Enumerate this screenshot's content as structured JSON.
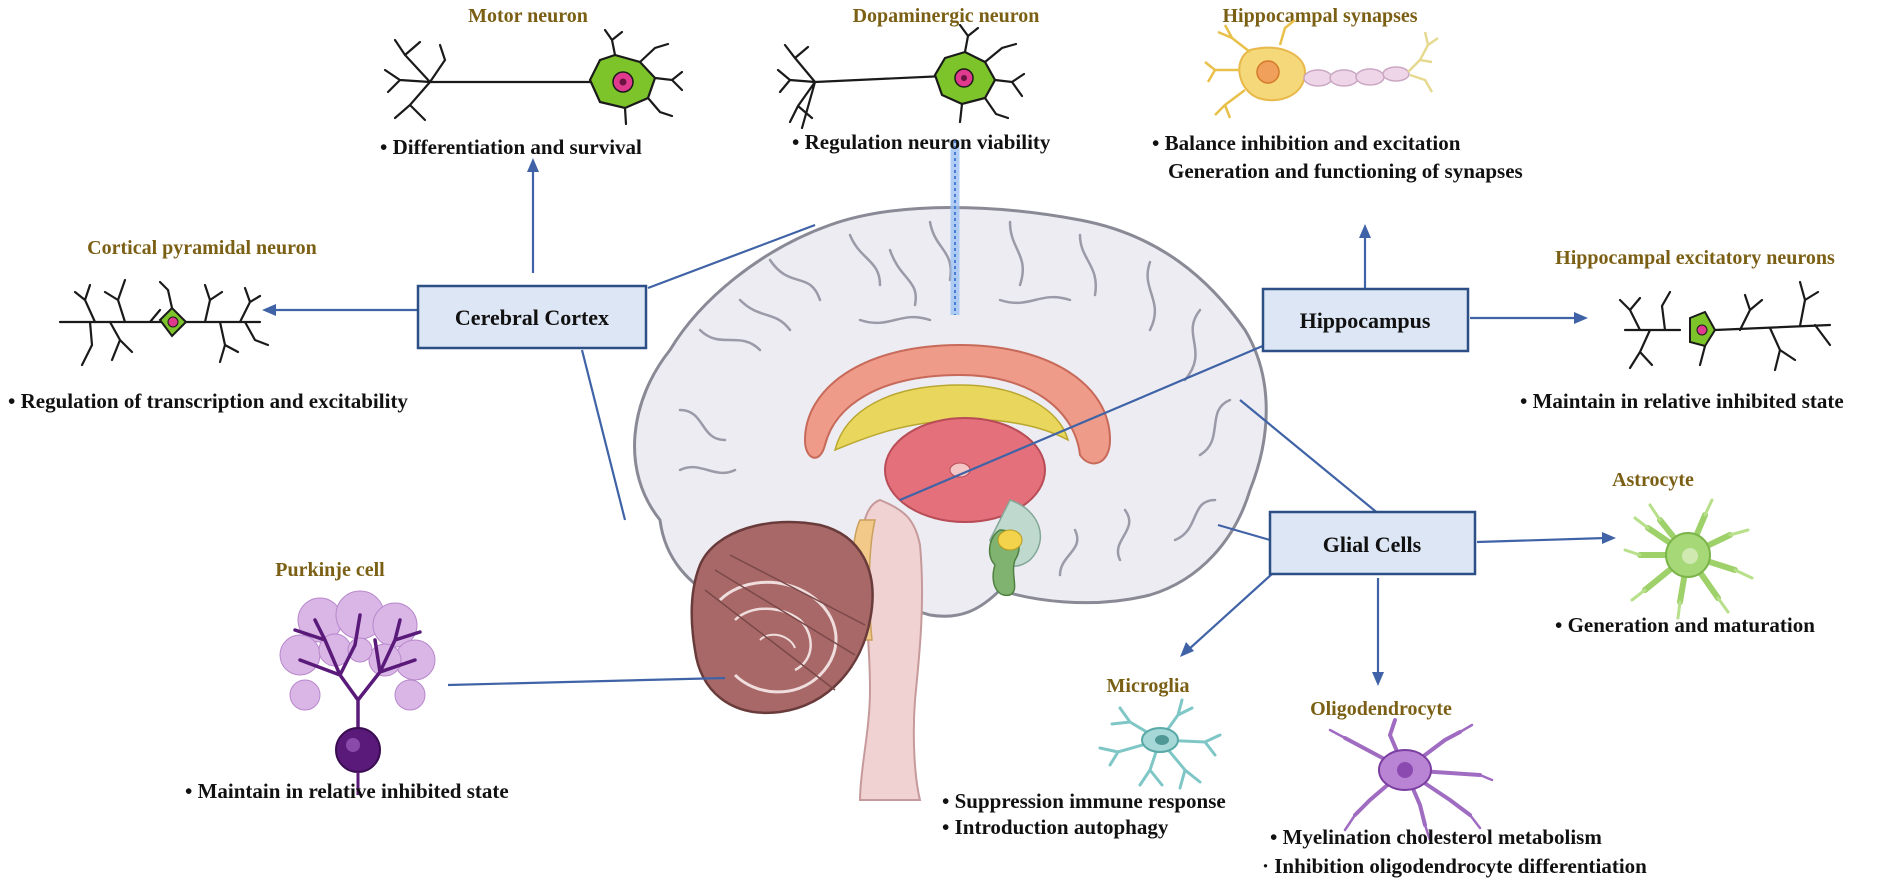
{
  "regions": {
    "cerebral_cortex": "Cerebral Cortex",
    "hippocampus": "Hippocampus",
    "glial_cells": "Glial Cells"
  },
  "cells": {
    "motor_neuron": {
      "title": "Motor neuron",
      "functions": [
        "• Differentiation and  survival"
      ]
    },
    "dopaminergic_neuron": {
      "title": "Dopaminergic neuron",
      "functions": [
        "• Regulation neuron viability"
      ]
    },
    "hippocampal_synapses": {
      "title": "Hippocampal  synapses",
      "functions": [
        "• Balance  inhibition and excitation",
        "Generation and functioning of synapses"
      ]
    },
    "cortical_pyramidal_neuron": {
      "title": "Cortical pyramidal  neuron",
      "functions": [
        "• Regulation of transcription and excitability"
      ]
    },
    "hippocampal_excitatory_neurons": {
      "title": "Hippocampal excitatory neurons",
      "functions": [
        "• Maintain in relative inhibited state"
      ]
    },
    "astrocyte": {
      "title": "Astrocyte",
      "functions": [
        "• Generation and maturation"
      ]
    },
    "purkinje_cell": {
      "title": "Purkinje cell",
      "functions": [
        "• Maintain in relative inhibited state"
      ]
    },
    "microglia": {
      "title": "Microglia",
      "functions": [
        "• Suppression immune response",
        "•   Introduction autophagy"
      ]
    },
    "oligodendrocyte": {
      "title": "Oligodendrocyte",
      "functions": [
        "• Myelination cholesterol metabolism",
        "· Inhibition oligodendrocyte differentiation"
      ]
    }
  },
  "colors": {
    "connector": "#3f63a6",
    "box_fill": "#dde6f5",
    "box_border": "#2c4f86",
    "title_text": "#7a5f14",
    "cortex_fill": "#ececf2",
    "corpus_callosum": "#ef9b8a",
    "thalamus": "#e3707a",
    "cerebellum": "#a86868",
    "brainstem": "#f1d2d2"
  },
  "icons": [
    "brain-icon",
    "motor-neuron-icon",
    "dopaminergic-neuron-icon",
    "hippocampal-synapse-icon",
    "pyramidal-neuron-icon",
    "excitatory-neuron-icon",
    "astrocyte-icon",
    "purkinje-cell-icon",
    "microglia-icon",
    "oligodendrocyte-icon"
  ]
}
